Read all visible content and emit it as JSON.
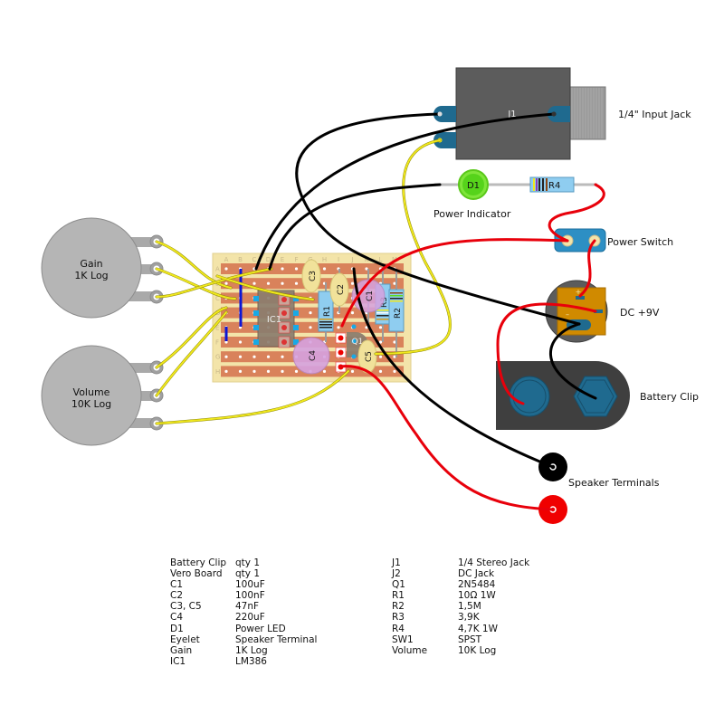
{
  "labels": {
    "input_jack": "1/4\" Input Jack",
    "j1": "J1",
    "d1": "D1",
    "r4": "R4",
    "power_indicator": "Power Indicator",
    "power_switch": "Power Switch",
    "dc": "DC +9V",
    "battery_clip": "Battery Clip",
    "speaker_terminals": "Speaker Terminals",
    "gain_name": "Gain",
    "gain_value": "1K Log",
    "volume_name": "Volume",
    "volume_value": "10K Log"
  },
  "board": {
    "columns": [
      "A",
      "B",
      "C",
      "D",
      "E",
      "F",
      "G",
      "H",
      "I",
      "J",
      "K",
      "L",
      "M"
    ],
    "rows": [
      "A",
      "B",
      "C",
      "D",
      "E",
      "F",
      "G",
      "H"
    ],
    "components": {
      "ic1": "IC1",
      "c1": "C1",
      "c2": "C2",
      "c3": "C3",
      "c4": "C4",
      "c5": "C5",
      "r1": "R1",
      "r2": "R2",
      "r3": "R3",
      "q1": "Q1"
    }
  },
  "colors": {
    "wire_black": "#000000",
    "wire_red": "#e8000b",
    "wire_yellow": "#f0e81e",
    "board_strip": "#d9825b",
    "board_base": "#f3e4a9",
    "jack_body": "#5a5a5a",
    "terminal_blue": "#1f6a8f",
    "led_green": "#5fdc1e"
  },
  "bom": {
    "left": [
      {
        "part": "Battery Clip",
        "value": "qty 1"
      },
      {
        "part": "Vero Board",
        "value": "qty 1"
      },
      {
        "part": "C1",
        "value": "100uF"
      },
      {
        "part": "C2",
        "value": "100nF"
      },
      {
        "part": "C3, C5",
        "value": "47nF"
      },
      {
        "part": "C4",
        "value": "220uF"
      },
      {
        "part": "D1",
        "value": "Power LED"
      },
      {
        "part": "Eyelet",
        "value": "Speaker Terminal"
      },
      {
        "part": "Gain",
        "value": "1K Log"
      },
      {
        "part": "IC1",
        "value": "LM386"
      }
    ],
    "right": [
      {
        "part": "J1",
        "value": "1/4 Stereo Jack"
      },
      {
        "part": "J2",
        "value": "DC Jack"
      },
      {
        "part": "Q1",
        "value": "2N5484"
      },
      {
        "part": "R1",
        "value": "10Ω 1W"
      },
      {
        "part": "R2",
        "value": "1,5M"
      },
      {
        "part": "R3",
        "value": "3,9K"
      },
      {
        "part": "R4",
        "value": "4,7K 1W"
      },
      {
        "part": "SW1",
        "value": "SPST"
      },
      {
        "part": "Volume",
        "value": "10K Log"
      }
    ]
  }
}
